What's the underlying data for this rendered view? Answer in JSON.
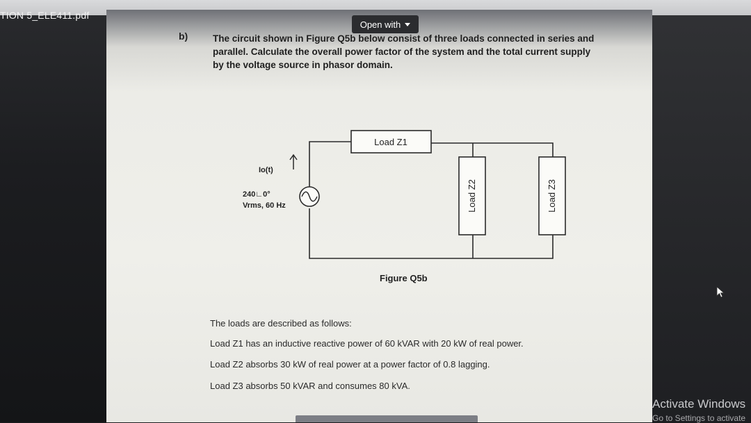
{
  "window": {
    "filename": "TION 5_ELE411.pdf"
  },
  "toolbar": {
    "open_with_label": "Open with"
  },
  "question": {
    "label": "b)",
    "lines": [
      "The circuit shown in Figure Q5b below consist of three loads connected in series and",
      "parallel. Calculate the overall power factor of the system and the total current supply",
      "by the voltage source in phasor domain."
    ]
  },
  "circuit": {
    "current_label": "Io(t)",
    "source_line1": "240∟0°",
    "source_line2": "Vrms, 60 Hz",
    "load1": "Load Z1",
    "load2": "Load Z2",
    "load3": "Load Z3",
    "caption": "Figure Q5b"
  },
  "description": {
    "intro": "The loads are described as follows:",
    "z1": "Load Z1 has an inductive reactive power of 60 kVAR with 20 kW of real power.",
    "z2": "Load Z2 absorbs 30 kW of real power at a power factor of 0.8 lagging.",
    "z3": "Load Z3 absorbs 50 kVAR and consumes 80 kVA."
  },
  "watermark": {
    "line1": "Activate Windows",
    "line2": "Go to Settings to activate"
  },
  "colors": {
    "document_bg": "#efefea",
    "button_bg": "#2b2c2f"
  }
}
